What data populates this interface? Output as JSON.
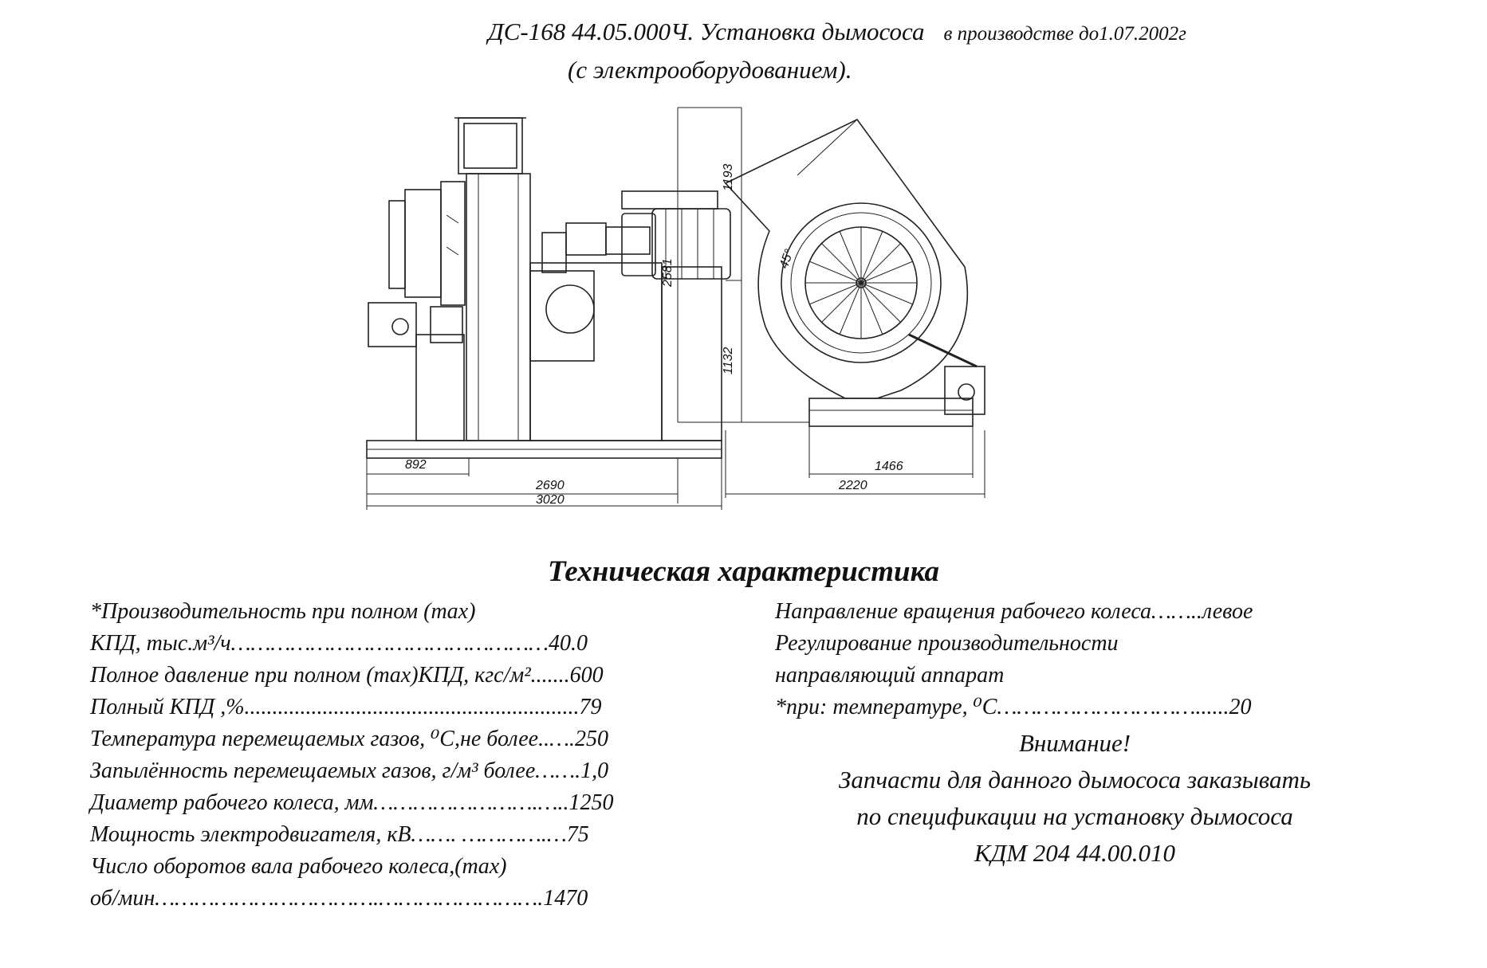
{
  "header": {
    "title": "ДС-168 44.05.000Ч. Установка дымососа",
    "production_note": "в производстве до1.07.2002г",
    "subtitle": "(с электрооборудованием)."
  },
  "drawing": {
    "dim_front": [
      "892",
      "2690",
      "3020"
    ],
    "dim_side": [
      "1193",
      "2581",
      "1132",
      "1466",
      "2220"
    ],
    "angle_label": "45°"
  },
  "tech": {
    "title": "Техническая характеристика",
    "left": [
      "*Производительность при полном (max)",
      " КПД, тыс.м³/ч…………………………………………40.0",
      "Полное давление при полном (max)КПД, кгс/м².......600",
      "Полный КПД ,%............................................................79",
      "Температура перемещаемых газов, ⁰С,не более..….250",
      "Запылённость перемещаемых газов, г/м³ более…….1,0",
      "Диаметр рабочего колеса, мм…………………….…..1250",
      "Мощность электродвигателя, кВ…….    ………….…75",
      "Число оборотов вала рабочего колеса,(max)",
      "об/мин…………………………….…………………….1470"
    ],
    "right": [
      "Направление вращения рабочего колеса……..левое",
      "Регулирование производительности",
      "направляющий аппарат",
      "*при: температуре, ⁰С…………………………......20"
    ],
    "attention": {
      "heading": "Внимание!",
      "lines": [
        "Запчасти для данного дымососа заказывать",
        "по спецификации на установку дымососа",
        "КДМ 204 44.00.010"
      ]
    }
  }
}
